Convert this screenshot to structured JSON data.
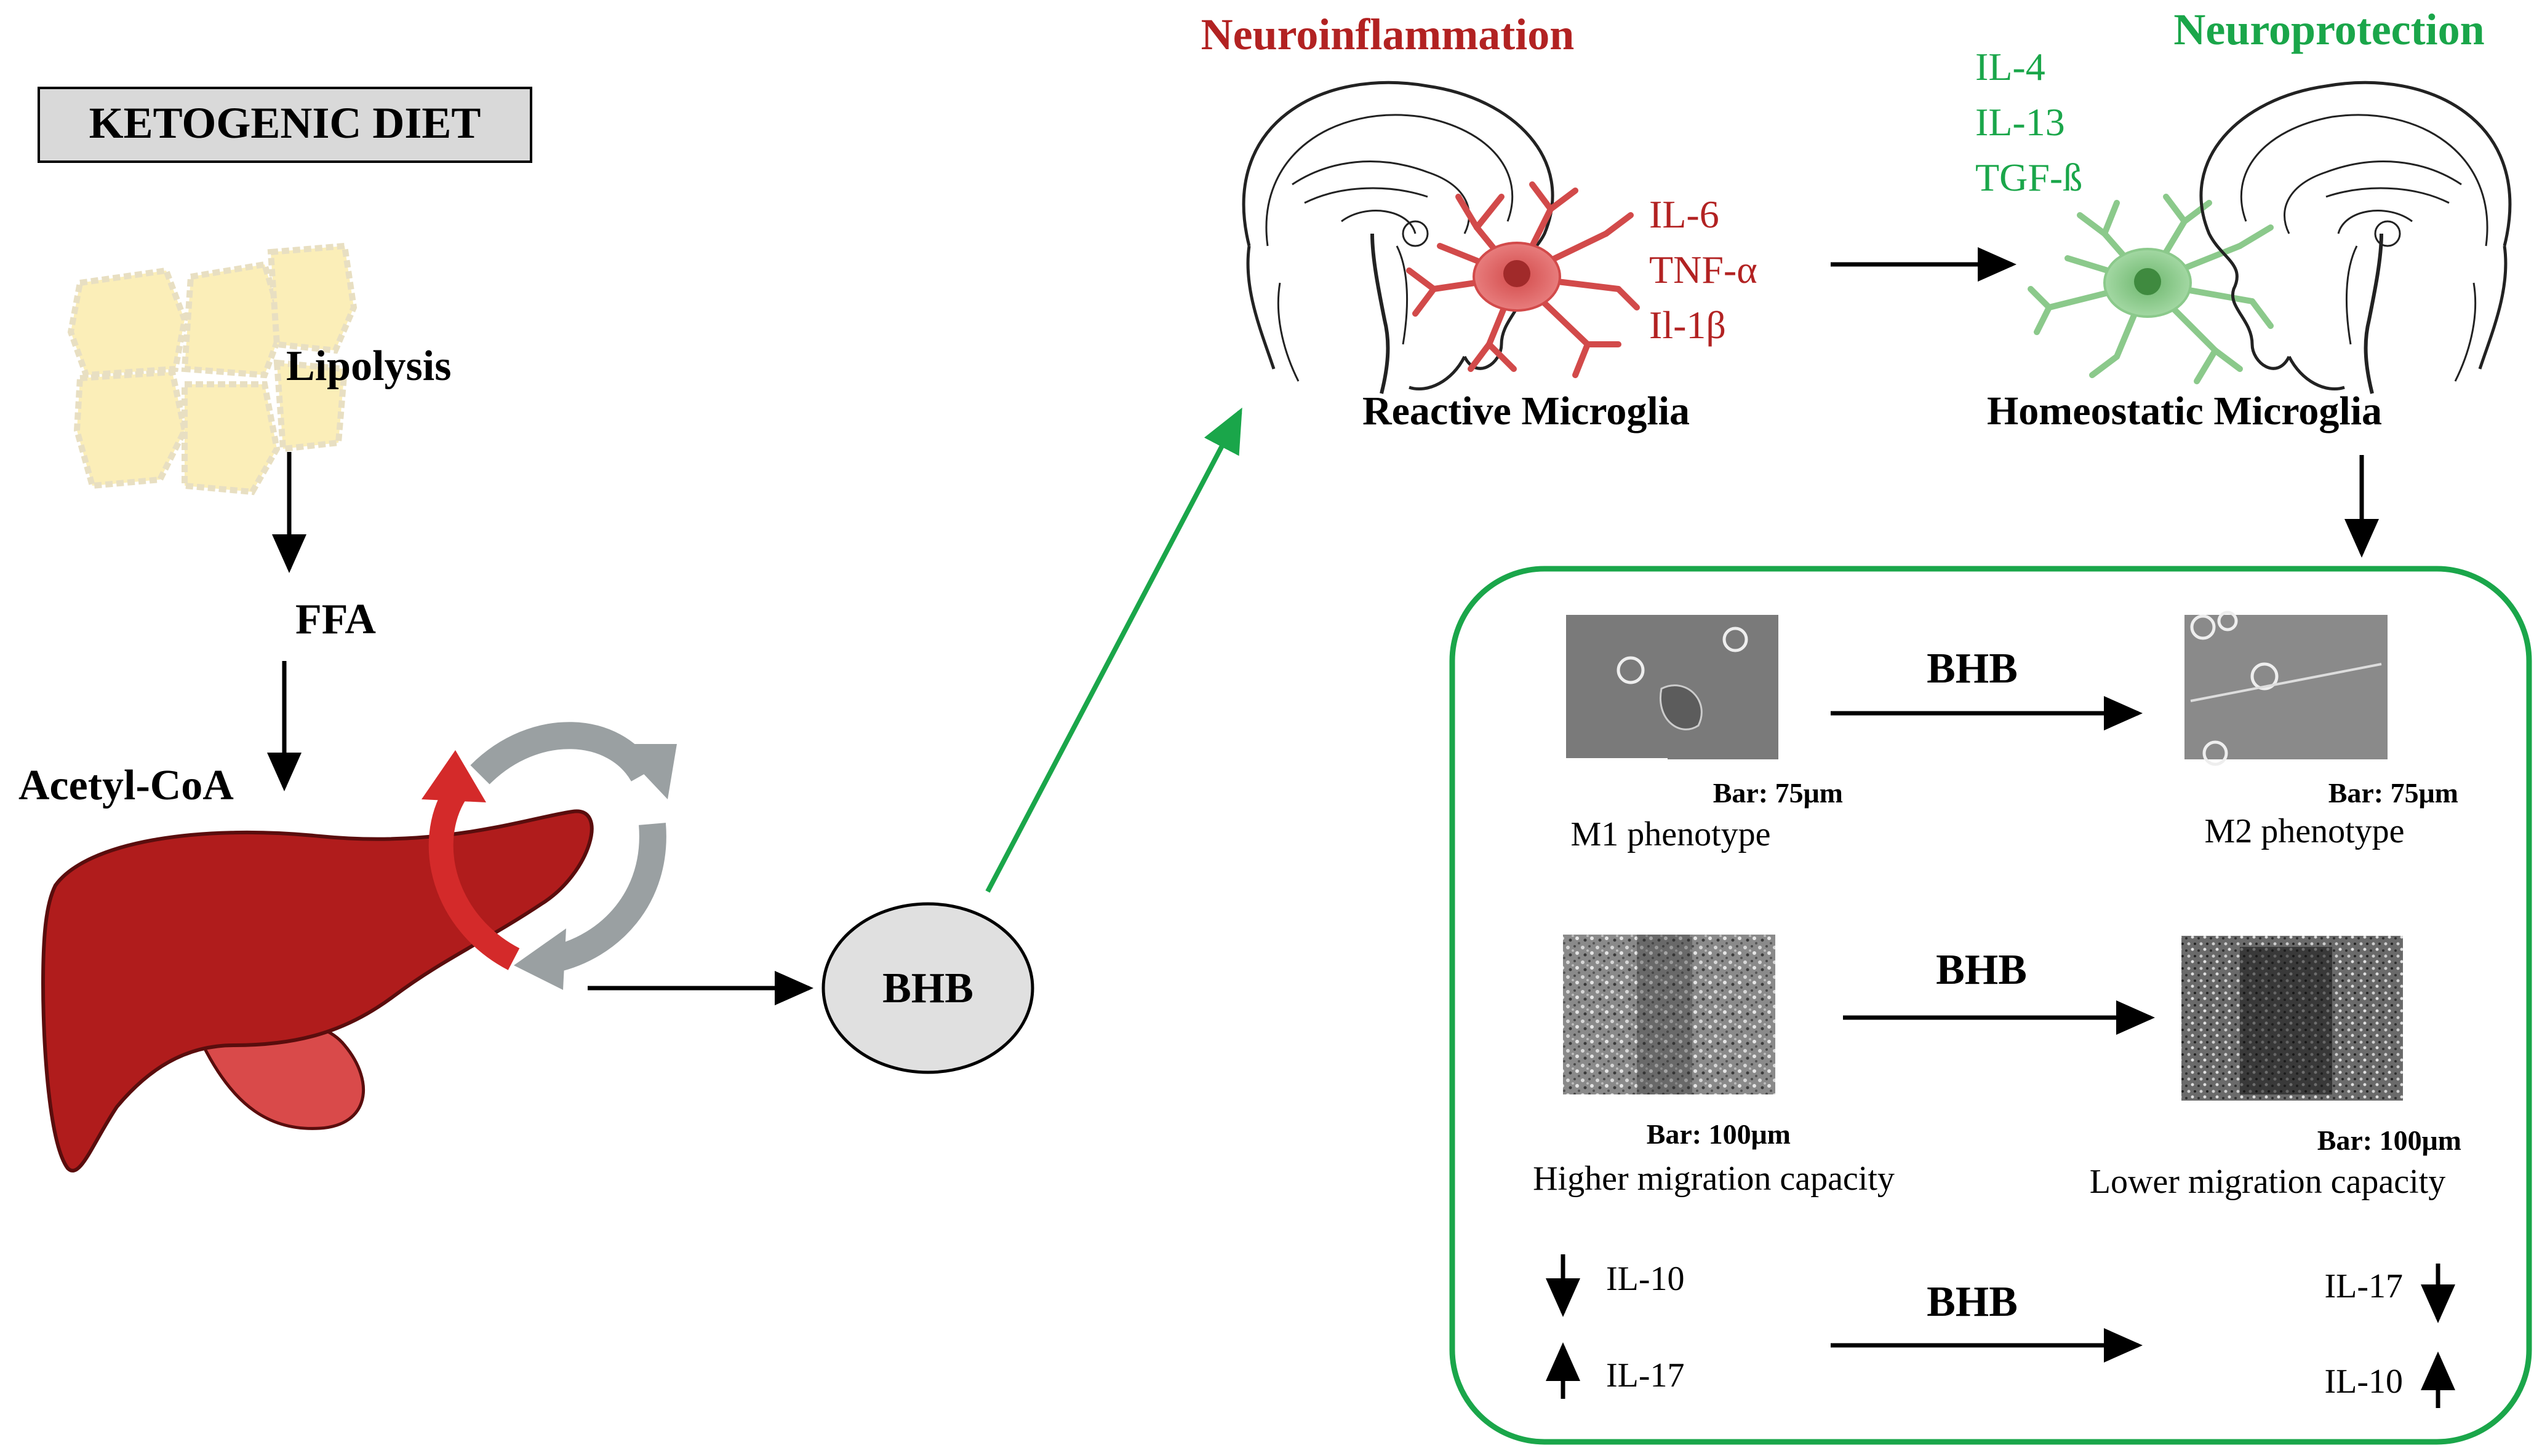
{
  "title_box": {
    "label": "KETOGENIC DIET"
  },
  "left_flow": {
    "lipolysis": "Lipolysis",
    "ffa": "FFA",
    "acetyl_coa": "Acetyl-CoA",
    "bhb": "BHB"
  },
  "top": {
    "neuroinflammation": "Neuroinflammation",
    "neuroprotection": "Neuroprotection",
    "reactive_label": "Reactive Microglia",
    "homeostatic_label": "Homeostatic Microglia",
    "reactive_cytokines": [
      "IL-6",
      "TNF-α",
      "Il-1β"
    ],
    "protective_cytokines": [
      "IL-4",
      "IL-13",
      "TGF-ß"
    ]
  },
  "panel": {
    "row1": {
      "arrow_label": "BHB",
      "left_bar": "Bar: 75μm",
      "right_bar": "Bar: 75μm",
      "left_caption": "M1 phenotype",
      "right_caption": "M2 phenotype"
    },
    "row2": {
      "arrow_label": "BHB",
      "left_bar": "Bar: 100μm",
      "right_bar": "Bar: 100μm",
      "left_caption": "Higher migration capacity",
      "right_caption": "Lower migration capacity"
    },
    "row3": {
      "arrow_label": "BHB",
      "left": [
        {
          "dir": "down",
          "label": "IL-10"
        },
        {
          "dir": "up",
          "label": "IL-17"
        }
      ],
      "right": [
        {
          "dir": "down",
          "label": "IL-17"
        },
        {
          "dir": "up",
          "label": "IL-10"
        }
      ]
    }
  },
  "colors": {
    "red": "#b22222",
    "green": "#1aa64a",
    "liver": "#b01c1c",
    "liver_lobe": "#d94a4a",
    "fat": "#fbeeb8",
    "grey_arrow": "#9aa0a2",
    "box_fill": "#d9d9d9"
  }
}
